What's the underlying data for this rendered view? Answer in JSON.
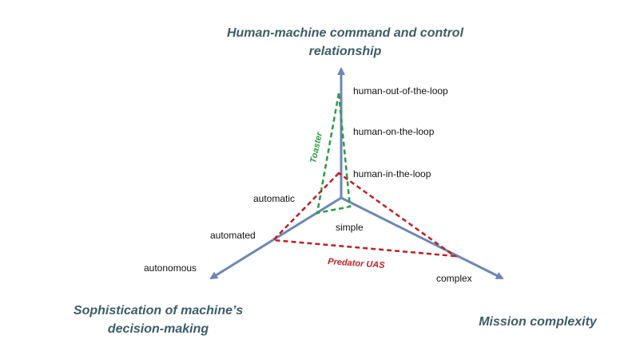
{
  "titles": {
    "top_line1": "Human-machine command and control",
    "top_line2": "relationship",
    "left_line1": "Sophistication  of machine’s",
    "left_line2": "decision-making",
    "right": "Mission complexity"
  },
  "vertical_axis": {
    "levels": [
      "human-out-of-the-loop",
      "human-on-the-loop",
      "human-in-the-loop"
    ]
  },
  "left_axis": {
    "levels": [
      "automatic",
      "automated",
      "autonomous"
    ]
  },
  "right_axis": {
    "levels": [
      "simple",
      "complex"
    ]
  },
  "shapes": {
    "toaster": "Toaster",
    "predator": "Predator UAS"
  },
  "colors": {
    "axis": "#6b87b8",
    "toaster": "#2e9a45",
    "predator": "#c01f24",
    "title": "#3c5d68"
  }
}
